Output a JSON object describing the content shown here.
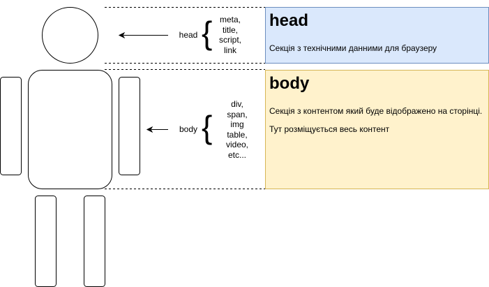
{
  "diagram": {
    "head_label": "head",
    "head_tags": [
      "meta,",
      "title,",
      "script,",
      "link"
    ],
    "body_label": "body",
    "body_tags": [
      "div,",
      "span,",
      "img",
      "table,",
      "video,",
      "etc..."
    ],
    "brace": "{"
  },
  "panels": {
    "head": {
      "title": "head",
      "description": "Секція з технічними данними для браузеру",
      "fill_color": "#dae8fc",
      "stroke_color": "#6c8ebf"
    },
    "body": {
      "title": "body",
      "description_1": "Секція з контентом який буде відображено на сторінці.",
      "description_2": "Тут розміщується весь контент",
      "fill_color": "#fff2cc",
      "stroke_color": "#d6b656"
    }
  }
}
